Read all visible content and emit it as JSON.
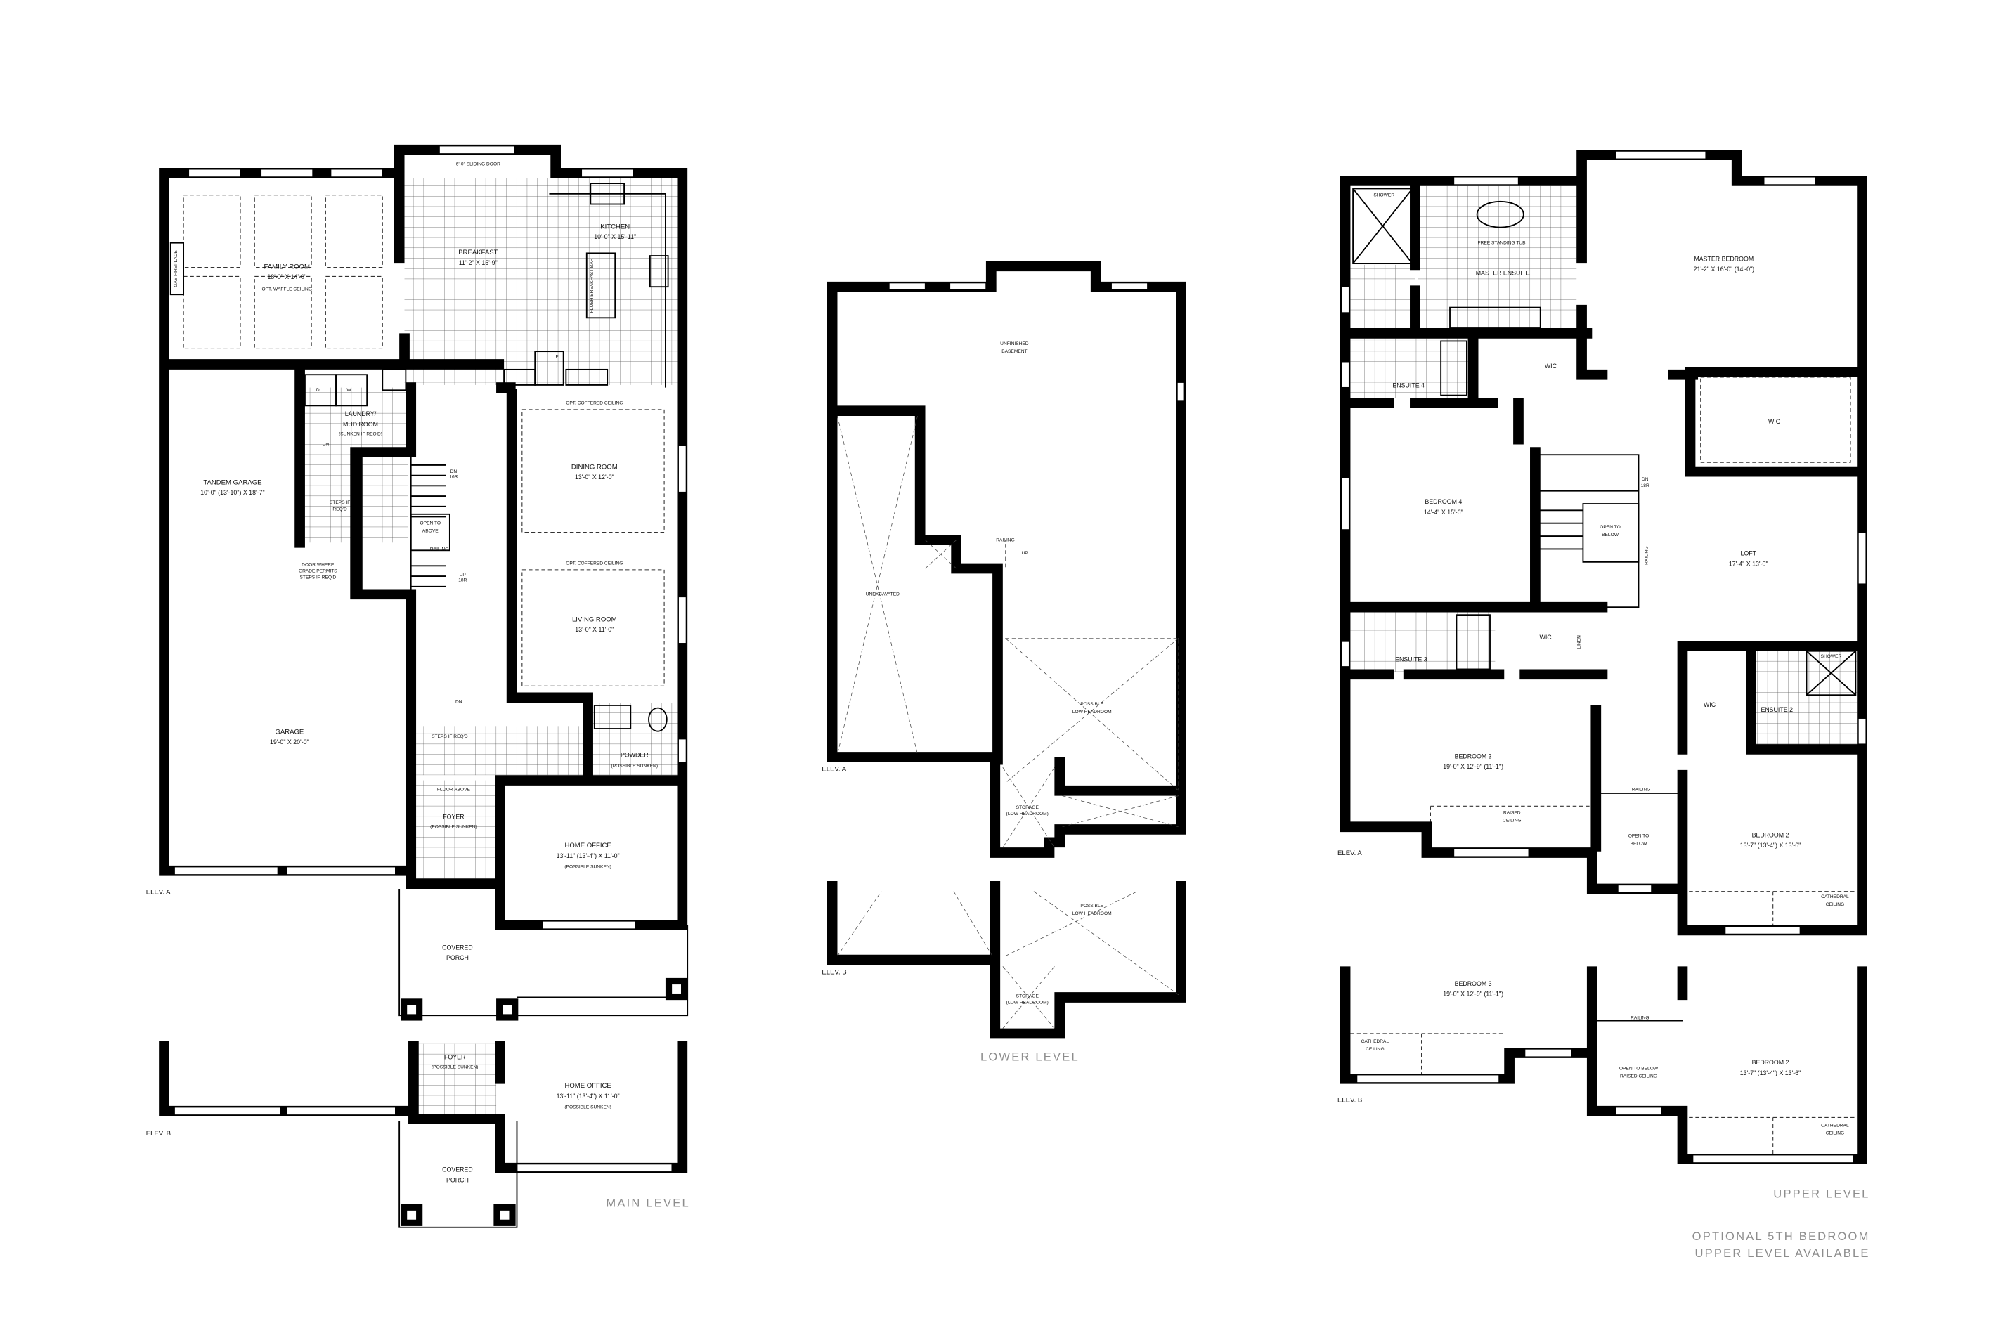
{
  "main_level": {
    "title": "MAIN LEVEL",
    "elev_a": "ELEV. A",
    "elev_b": "ELEV. B",
    "gas_fireplace": "GAS FIREPLACE",
    "family_room": {
      "name": "FAMILY ROOM",
      "size": "18'-0\" X 14'-0\"",
      "note": "OPT. WAFFLE CEILING"
    },
    "sliding_door": "6'-0\" SLIDING DOOR",
    "breakfast": {
      "name": "BREAKFAST",
      "size": "11'-2\" X 15'-9\""
    },
    "kitchen": {
      "name": "KITCHEN",
      "size": "10'-0\" X 15'-11\""
    },
    "breakfast_bar": "FLUSH BREAKFAST BAR",
    "dryer": "D",
    "washer": "W",
    "fridge": "F",
    "laundry": {
      "name_1": "LAUNDRY/",
      "name_2": "MUD ROOM",
      "note": "(SUNKEN IF REQ'D)"
    },
    "laundry_dn": "DN",
    "stairs_dn": "DN",
    "stairs_dn_count": "16R",
    "tandem_garage": {
      "name": "TANDEM GARAGE",
      "size": "10'-0\" (13'-10\") X 18'-7\""
    },
    "steps_if_reqd": [
      "STEPS IF",
      "REQ'D"
    ],
    "open_to_above": [
      "OPEN TO",
      "ABOVE"
    ],
    "railing": "RAILING",
    "door_note": [
      "DOOR WHERE",
      "GRADE PERMITS",
      "STEPS IF REQ'D"
    ],
    "stairs_up": "UP",
    "stairs_up_count": "18R",
    "dining_ceiling": "OPT. COFFERED CEILING",
    "dining_room": {
      "name": "DINING ROOM",
      "size": "13'-0\" X 12'-0\""
    },
    "living_ceiling": "OPT. COFFERED CEILING",
    "living_room": {
      "name": "LIVING ROOM",
      "size": "13'-0\" X 11'-0\""
    },
    "garage": {
      "name": "GARAGE",
      "size": "19'-0\" X 20'-0\""
    },
    "hall_dn": "DN",
    "hall_steps": "STEPS IF REQ'D",
    "powder": {
      "name": "POWDER",
      "note": "(POSSIBLE SUNKEN)"
    },
    "floor_above": "FLOOR ABOVE",
    "foyer": {
      "name": "FOYER",
      "note": "(POSSIBLE SUNKEN)"
    },
    "home_office": {
      "name": "HOME OFFICE",
      "size": "13'-11\" (13'-4\") X 11'-0\"",
      "note": "(POSSIBLE SUNKEN)"
    },
    "covered_porch": [
      "COVERED",
      "PORCH"
    ],
    "elev_b_plan": {
      "foyer": {
        "name": "FOYER",
        "note": "(POSSIBLE SUNKEN)"
      },
      "home_office": {
        "name": "HOME OFFICE",
        "size": "13'-11\" (13'-4\") X 11'-0\"",
        "note": "(POSSIBLE SUNKEN)"
      },
      "covered_porch": [
        "COVERED",
        "PORCH"
      ]
    }
  },
  "lower_level": {
    "title": "LOWER LEVEL",
    "elev_a": "ELEV. A",
    "elev_b": "ELEV. B",
    "unfinished_basement": [
      "UNFINISHED",
      "BASEMENT"
    ],
    "unexcavated": "UNEXCAVATED",
    "railing": "RAILING",
    "stairs_up": "UP",
    "low_headroom": [
      "POSSIBLE",
      "LOW HEADROOM"
    ],
    "storage": [
      "STORAGE",
      "(LOW HEADROOM)"
    ],
    "elev_b_plan": {
      "low_headroom": [
        "POSSIBLE",
        "LOW HEADROOM"
      ],
      "storage": [
        "STORAGE",
        "(LOW HEADROOM)"
      ]
    }
  },
  "upper_level": {
    "title": "UPPER LEVEL",
    "elev_a": "ELEV. A",
    "elev_b": "ELEV. B",
    "shower": "SHOWER",
    "tub": "FREE STANDING TUB",
    "master_ensuite": "MASTER ENSUITE",
    "master_bedroom": {
      "name": "MASTER BEDROOM",
      "size": "21'-2\" X 16'-0\" (14'-0\")"
    },
    "wic_1": "WIC",
    "ensuite_4": "ENSUITE 4",
    "wic_master": "WIC",
    "stairs_dn": "DN",
    "stairs_dn_count": "18R",
    "bedroom_4": {
      "name": "BEDROOM 4",
      "size": "14'-4\" X 15'-6\""
    },
    "open_to_below": [
      "OPEN TO",
      "BELOW"
    ],
    "stair_railing": "RAILING",
    "loft": {
      "name": "LOFT",
      "size": "17'-4\" X 13'-0\""
    },
    "wic_3": "WIC",
    "linen": "LINEN",
    "ensuite_3": "ENSUITE 3",
    "wic_2": "WIC",
    "ensuite_2": "ENSUITE 2",
    "shower_2": "SHOWER",
    "bedroom_3": {
      "name": "BEDROOM 3",
      "size": "19'-0\" X 12'-9\" (11'-1\")"
    },
    "raised_ceiling": [
      "RAISED",
      "CEILING"
    ],
    "railing": "RAILING",
    "open_below": [
      "OPEN TO",
      "BELOW"
    ],
    "bedroom_2": {
      "name": "BEDROOM 2",
      "size": "13'-7\" (13'-4\") X 13'-6\""
    },
    "cathedral_ceiling": [
      "CATHEDRAL",
      "CEILING"
    ],
    "elev_b_plan": {
      "bedroom_3": {
        "name": "BEDROOM 3",
        "size": "19'-0\" X 12'-9\" (11'-1\")"
      },
      "cathedral_ceiling_3": [
        "CATHEDRAL",
        "CEILING"
      ],
      "railing": "RAILING",
      "open_below": [
        "OPEN TO BELOW",
        "RAISED CEILING"
      ],
      "bedroom_2": {
        "name": "BEDROOM 2",
        "size": "13'-7\" (13'-4\") X 13'-6\""
      },
      "cathedral_ceiling_2": [
        "CATHEDRAL",
        "CEILING"
      ]
    },
    "optional_note": [
      "OPTIONAL 5TH BEDROOM",
      "UPPER LEVEL AVAILABLE"
    ]
  },
  "colors": {
    "walls": "#000000",
    "background": "#ffffff",
    "level_titles": "#8d8d8d"
  }
}
